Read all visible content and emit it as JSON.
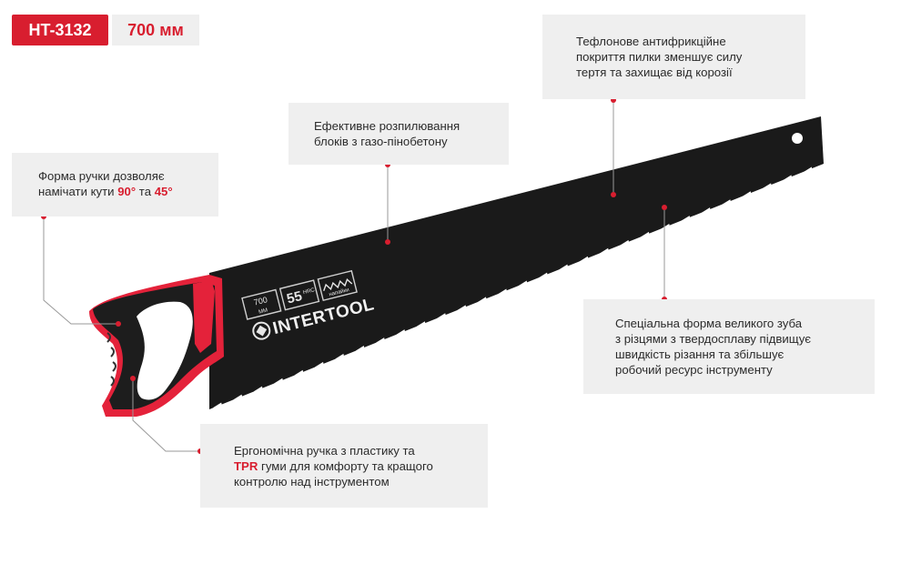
{
  "product": {
    "code": "HT-3132",
    "length": "700 мм",
    "brand": "INTERTOOL"
  },
  "blade_labels": {
    "length_value": "700",
    "length_unit": "MM",
    "hardness_value": "55",
    "hardness_unit": "HRC",
    "coating_label": "напайки"
  },
  "callouts": {
    "teflon": [
      "Тефлонове антифрикційне",
      "покриття пилки зменшує силу",
      "тертя та захищає від корозії"
    ],
    "cutting": [
      "Ефективне розпилювання",
      "блоків з газо-пінобетону"
    ],
    "handle": {
      "line1": "Форма ручки дозволяє",
      "line2_prefix": "намічати кути ",
      "angle1": "90°",
      "between": " та ",
      "angle2": "45°"
    },
    "teeth": [
      "Спеціальна форма великого зуба",
      "з різцями з твердосплаву підвищує",
      "швидкість різання та збільшує",
      "робочий ресурс інструменту"
    ],
    "grip": {
      "line1": "Ергономічна ручка з пластику та",
      "hl": "TPR",
      "line2_rest": " гуми для комфорту та кращого",
      "line3": "контролю над інструментом"
    }
  },
  "colors": {
    "accent": "#d81e2f",
    "blade": "#1a1a1a",
    "callout_bg": "#efefef"
  }
}
